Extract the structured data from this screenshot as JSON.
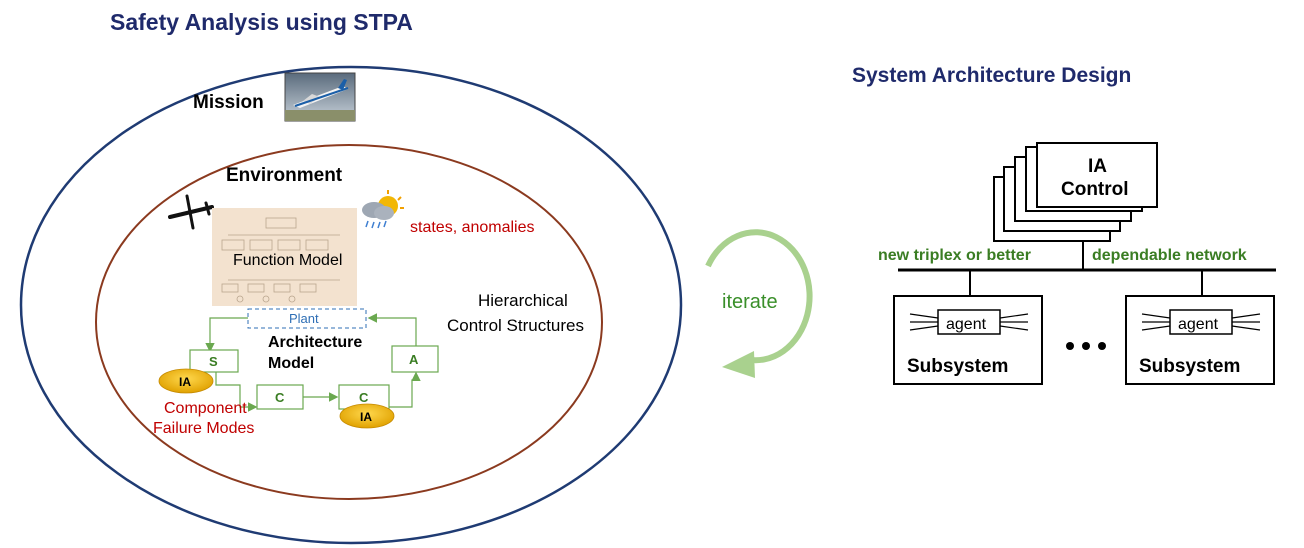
{
  "left": {
    "title": "Safety Analysis using  STPA",
    "mission_label": "Mission",
    "environment_label": "Environment",
    "states_label": "states, anomalies",
    "function_model_label": "Function Model",
    "hierarchical_label_1": "Hierarchical",
    "hierarchical_label_2": "Control Structures",
    "plant_label": "Plant",
    "architecture_label_1": "Architecture",
    "architecture_label_2": "Model",
    "component_label_1": "Component",
    "component_label_2": "Failure Modes",
    "box_s": "S",
    "box_a": "A",
    "box_c1": "C",
    "box_c2": "C",
    "ia_badge_1": "IA",
    "ia_badge_2": "IA"
  },
  "middle": {
    "iterate_label": "iterate"
  },
  "right": {
    "title": "System Architecture Design",
    "control_line_1": "IA",
    "control_line_2": "Control",
    "network_left": "new triplex or better",
    "network_right": "dependable network",
    "agent_label_1": "agent",
    "agent_label_2": "agent",
    "subsystem_label_1": "Subsystem",
    "subsystem_label_2": "Subsystem"
  },
  "colors": {
    "title_navy": "#1f2a6b",
    "outer_circle": "#1f3b73",
    "inner_circle": "#8b3a1f",
    "accent_red": "#c00000",
    "accent_green": "#3a7d23",
    "diagram_green": "#6aa84f",
    "ia_yellow": "#f2b705",
    "iterate_arrow": "#a9d18e"
  },
  "icons": [
    "airplane-photo",
    "drone-icon",
    "weather-icon",
    "ellipsis-dots"
  ]
}
